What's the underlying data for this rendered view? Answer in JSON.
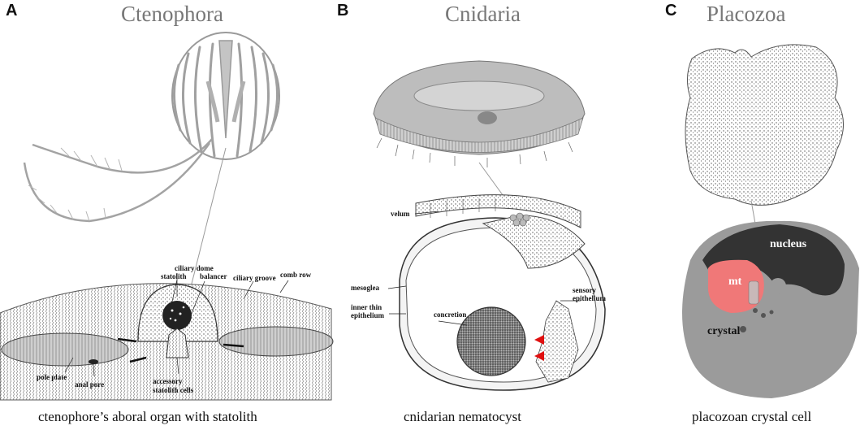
{
  "panels": [
    {
      "letter": "A",
      "title": "Ctenophora",
      "caption": "ctenophore’s aboral organ with statolith",
      "labels": [
        "ciliary dome",
        "statolith",
        "balancer",
        "ciliary groove",
        "comb row",
        "pole plate",
        "anal pore",
        "accessory",
        "statolith cells"
      ]
    },
    {
      "letter": "B",
      "title": "Cnidaria",
      "caption": "cnidarian nematocyst",
      "labels": [
        "velum",
        "mesoglea",
        "inner thin",
        "epithelium",
        "concretion",
        "sensory",
        "epithelium"
      ]
    },
    {
      "letter": "C",
      "title": "Placozoa",
      "caption": "placozoan crystal cell",
      "labels": [
        "nucleus",
        "mt",
        "crystal"
      ]
    }
  ],
  "colors": {
    "outline": "#9a9a9a",
    "ink": "#222222",
    "gray_cell": "#9b9b9b",
    "nucleus": "#333333",
    "mt": "#f07878",
    "arrow_red": "#e01010"
  }
}
